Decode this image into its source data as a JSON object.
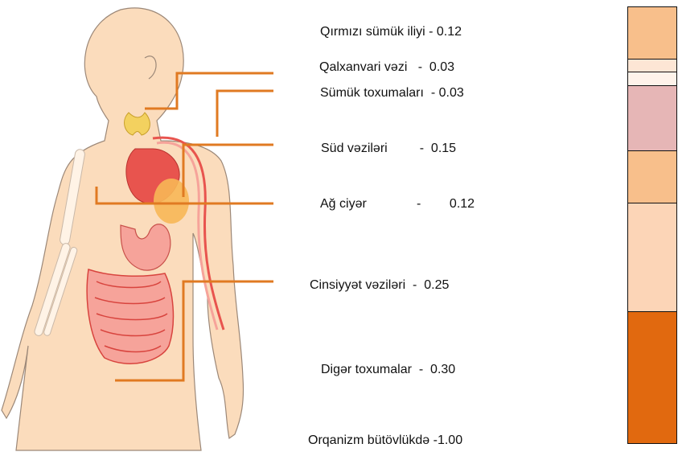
{
  "labels": [
    {
      "id": "bone-marrow",
      "text": "Qırmızı sümük iliyi - 0.12"
    },
    {
      "id": "thyroid",
      "text": "Qalxanvari vəzi   -  0.03"
    },
    {
      "id": "bone-tissue",
      "text": "Sümük toxumaları  - 0.03"
    },
    {
      "id": "mammary",
      "text": "Süd vəziləri         -  0.15"
    },
    {
      "id": "lung",
      "text": "Ağ ciyər              -        0.12"
    },
    {
      "id": "gonads",
      "text": "Cinsiyyət vəziləri  -  0.25"
    },
    {
      "id": "other",
      "text": "Digər toxumalar  -  0.30"
    },
    {
      "id": "whole-body",
      "text": "Orqanizm bütövlükdə -1.00"
    }
  ],
  "bar_segments": [
    {
      "id": "bone-marrow",
      "weight": 0.12,
      "color": "#f8bf8b"
    },
    {
      "id": "thyroid",
      "weight": 0.03,
      "color": "#fde6d5"
    },
    {
      "id": "bone-tissue",
      "weight": 0.03,
      "color": "#fef3ea"
    },
    {
      "id": "mammary",
      "weight": 0.15,
      "color": "#e6b6b6"
    },
    {
      "id": "lung",
      "weight": 0.12,
      "color": "#f8bf8b"
    },
    {
      "id": "gonads",
      "weight": 0.25,
      "color": "#fcd5b7"
    },
    {
      "id": "other",
      "weight": 0.3,
      "color": "#e1690f"
    }
  ],
  "colors": {
    "leader_line": "#e07a22",
    "skin": "#fbdcbc",
    "skin_outline": "#9c8878",
    "organ_red": "#e8544e",
    "organ_pink": "#f6a39a",
    "thyroid": "#f3d15f",
    "lung_glow": "#f7b756"
  }
}
